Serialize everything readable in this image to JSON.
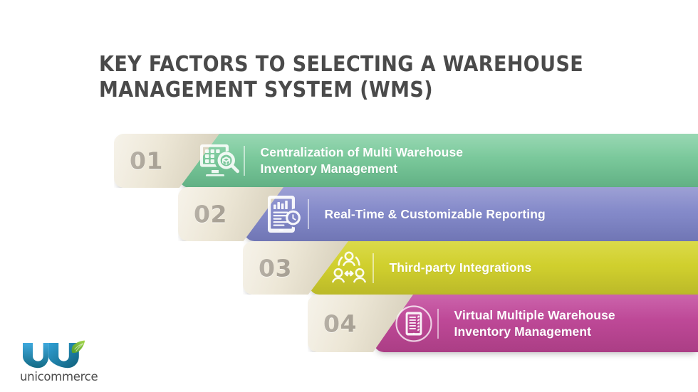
{
  "page": {
    "background_color": "#ffffff",
    "title_lines": [
      "KEY FACTORS TO SELECTING A WAREHOUSE",
      "MANAGEMENT SYSTEM (WMS)"
    ],
    "title_color": "#4a4a4a"
  },
  "rows": [
    {
      "number": "01",
      "label_line1": "Centralization of Multi Warehouse",
      "label_line2": "Inventory Management",
      "color": "#77c698",
      "color_name": "green",
      "icon": "monitor-magnifier-box-icon"
    },
    {
      "number": "02",
      "label_line1": "Real-Time & Customizable Reporting",
      "label_line2": "",
      "color": "#8288c8",
      "color_name": "purple",
      "icon": "mobile-bar-chart-clock-icon"
    },
    {
      "number": "03",
      "label_line1": "Third-party Integrations",
      "label_line2": "",
      "color": "#cfce2d",
      "color_name": "yellow",
      "icon": "people-network-icon"
    },
    {
      "number": "04",
      "label_line1": "Virtual Multiple Warehouse",
      "label_line2": "Inventory Management",
      "color": "#bc4795",
      "color_name": "magenta",
      "icon": "circled-tablet-list-icon"
    }
  ],
  "logo": {
    "wordmark": "unicommerce",
    "mark_color_dark": "#1b6f8a",
    "mark_color_light": "#3aa7d9",
    "leaf_color": "#7ec243"
  }
}
